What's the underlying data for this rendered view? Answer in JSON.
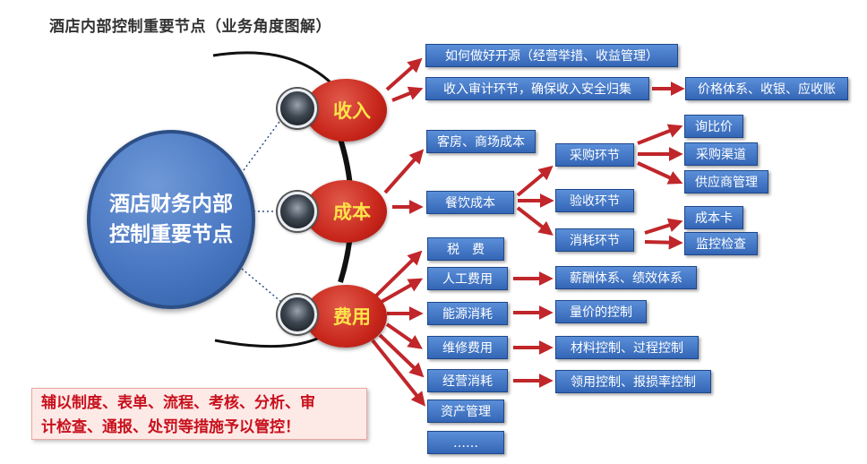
{
  "title": "酒店内部控制重要节点（业务角度图解）",
  "hub": {
    "line1": "酒店财务内部",
    "line2": "控制重要节点"
  },
  "categories": {
    "income": "收入",
    "cost": "成本",
    "expense": "费用"
  },
  "income": {
    "item1": "如何做好开源（经营举措、收益管理）",
    "item2": "收入审计环节，确保收入安全归集",
    "item2_sub": "价格体系、收银、应收账"
  },
  "cost": {
    "item1": "客房、商场成本",
    "item2": "餐饮成本",
    "purchase": "采购环节",
    "purchase_subs": [
      "询比价",
      "采购渠道",
      "供应商管理"
    ],
    "inspect": "验收环节",
    "consume": "消耗环节",
    "consume_subs": [
      "成本卡",
      "监控检查"
    ]
  },
  "expense": {
    "items": [
      "税　费",
      "人工费用",
      "能源消耗",
      "维修费用",
      "经营消耗",
      "资产管理",
      "……"
    ],
    "subs": [
      "薪酬体系、绩效体系",
      "量价的控制",
      "材料控制、过程控制",
      "领用控制、报损率控制"
    ]
  },
  "note": {
    "line1": "辅以制度、表单、流程、考核、分析、审",
    "line2": "计检查、通报、处罚等措施予以管控！"
  },
  "colors": {
    "arrow": "#c0262a",
    "box": "#3f74c4",
    "red_node": "#c8261b",
    "hub": "#4a78c2",
    "note_text": "#c8101c"
  }
}
